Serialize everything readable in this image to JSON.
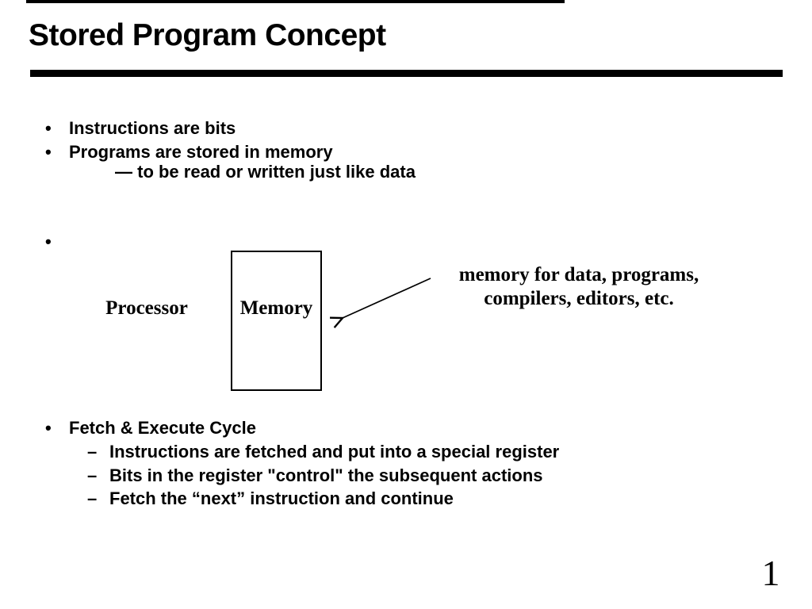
{
  "slide": {
    "title": "Stored Program Concept",
    "page_number": "1",
    "bullet_char": "•",
    "dash_char": "–",
    "colors": {
      "foreground": "#000000",
      "background": "#ffffff"
    },
    "bullets": {
      "item1": "Instructions are bits",
      "item2": "Programs are stored in memory",
      "item2_continuation": "— to be read or written just like data",
      "item3": ""
    },
    "diagram": {
      "processor_label": "Processor",
      "memory_label": "Memory",
      "annotation_line1": "memory for data, programs,",
      "annotation_line2": "compilers, editors, etc."
    },
    "fetch_section": {
      "heading": "Fetch & Execute Cycle",
      "sub_items": [
        "Instructions are fetched and put into a special register",
        "Bits in the register \"control\" the subsequent actions",
        "Fetch the “next” instruction and continue"
      ]
    }
  }
}
